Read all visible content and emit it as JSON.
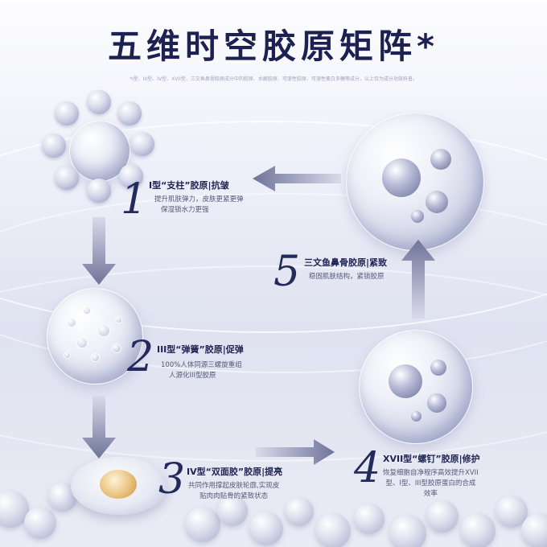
{
  "title": "五维时空胶原矩阵*",
  "footnote": "*I型、III型、IV型、XVII型、三文鱼鼻骨胶原成分中的胶原、水解胶原、可溶性胶原、可溶性蛋白多糖等成分，以上仅为成分功效科普。",
  "steps": [
    {
      "num": "1",
      "label": "I型“支柱”胶原|抗皱",
      "desc": [
        "提升肌肤弹力，皮肤更紧更弹",
        "保湿锁水力更强"
      ]
    },
    {
      "num": "2",
      "label": "III型“弹簧”胶原|促弹",
      "desc": [
        "100%人体同源三螺旋重组",
        "人源化III型胶原"
      ]
    },
    {
      "num": "3",
      "label": "IV型“双面胶”胶原|提亮",
      "desc": [
        "共同作用撑起皮肤轮廓,实现皮",
        "贴肉肉贴骨的紧致状态"
      ]
    },
    {
      "num": "4",
      "label": "XVII型“螺钉”胶原|修护",
      "desc": [
        "恢复细胞自净程序高效提升XVII",
        "型、I型、III型胶原蛋白的合成",
        "效率"
      ]
    },
    {
      "num": "5",
      "label": "三文鱼鼻骨胶原|紧致",
      "desc": [
        "稳固肌肤结构，紧锁胶原"
      ]
    }
  ],
  "colors": {
    "title": "#1c2151",
    "number": "#252a5c",
    "arrow": "#6f7398"
  }
}
